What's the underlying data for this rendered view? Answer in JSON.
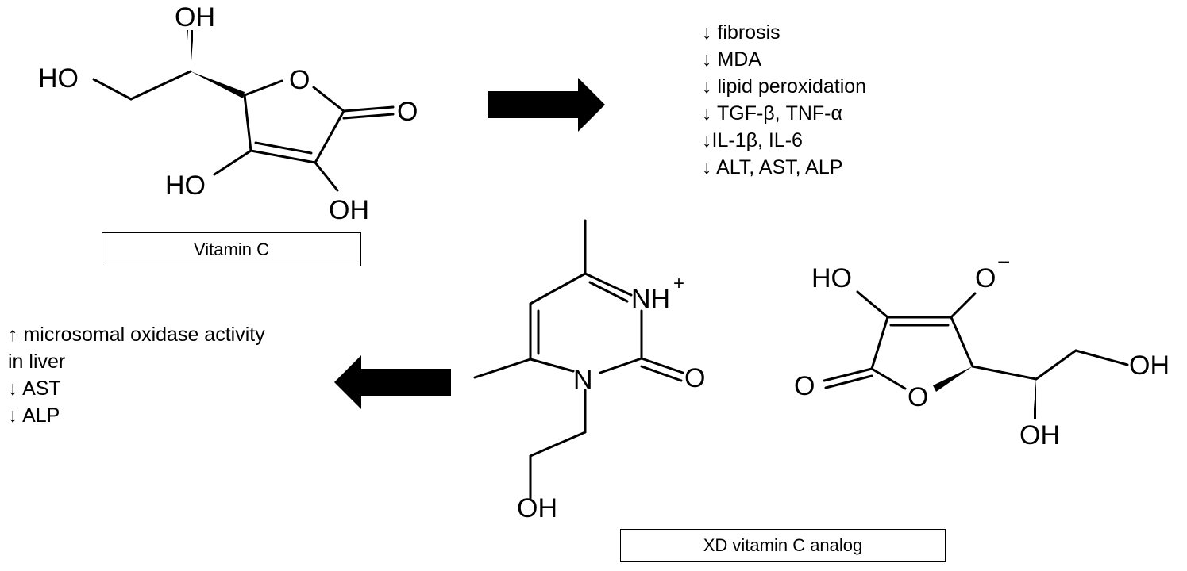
{
  "vitamin_c": {
    "label": "Vitamin C",
    "atoms": {
      "oh_top": "OH",
      "ho_left": "HO",
      "o_ring": "O",
      "o_carbonyl": "O",
      "ho_bottom": "HO",
      "oh_bottom": "OH"
    }
  },
  "effects_vitc": {
    "items": [
      "↓ fibrosis",
      "↓ MDA",
      "↓ lipid peroxidation",
      "↓ TGF-β, TNF-α",
      "↓IL-1β, IL-6",
      "↓ ALT, AST, ALP"
    ]
  },
  "effects_xd": {
    "items": [
      "↑ microsomal oxidase activity",
      "in liver",
      "↓ AST",
      "↓ ALP"
    ]
  },
  "xd_analog": {
    "label": "XD vitamin C analog",
    "cation_atoms": {
      "nh": "NH",
      "charge": "+",
      "n": "N",
      "o": "O",
      "oh": "OH"
    },
    "anion_atoms": {
      "ho": "HO",
      "o_minus": "O",
      "charge": "−",
      "o_carbonyl": "O",
      "o_ring": "O",
      "oh_right": "OH",
      "oh_bottom": "OH"
    }
  }
}
